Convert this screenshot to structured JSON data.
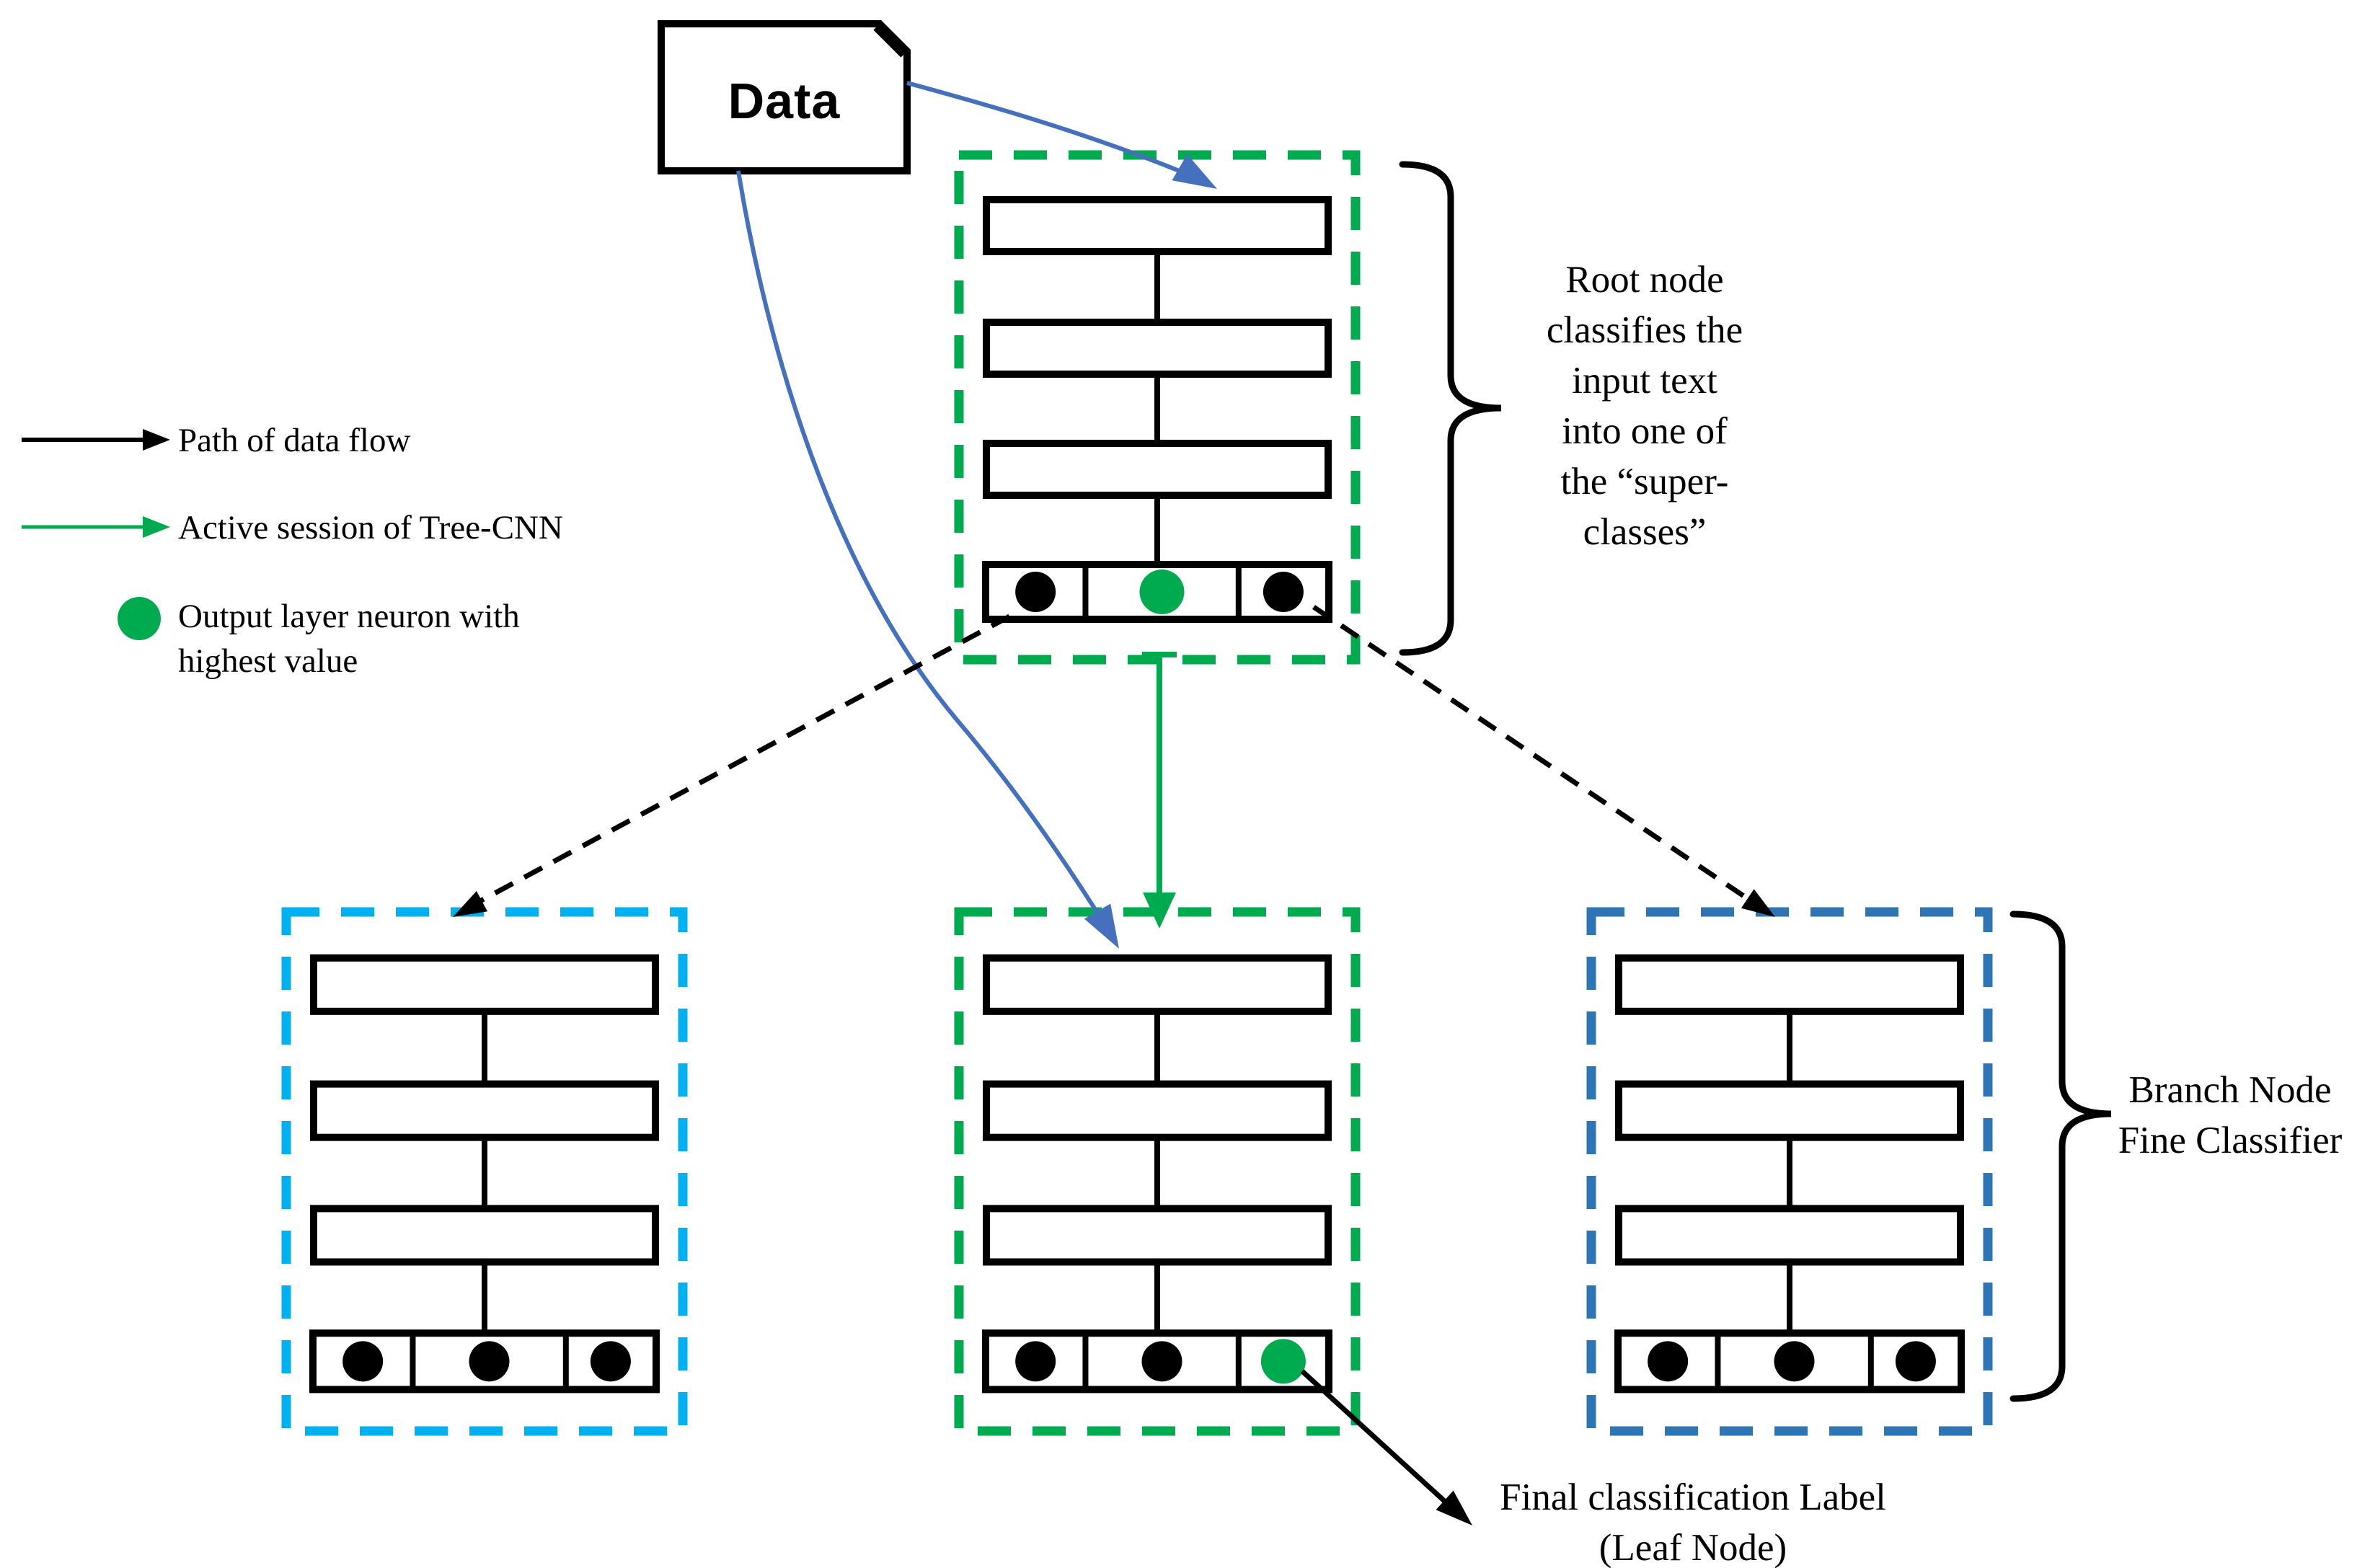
{
  "data_box": {
    "label": "Data"
  },
  "legend": {
    "items": [
      {
        "icon": "black-arrow-icon",
        "label": "Path of data flow"
      },
      {
        "icon": "green-arrow-icon",
        "label": "Active session of Tree-CNN"
      },
      {
        "icon": "green-neuron-icon",
        "label": "Output layer neuron with\nhighest value"
      }
    ]
  },
  "notes": {
    "root": "Root node\nclassifies the\ninput text\ninto one of\nthe “super-\nclasses”",
    "branch": "Branch Node\nFine Classifier",
    "leaf": "Final classification Label\n(Leaf Node)"
  },
  "colors": {
    "green": "#00AB50",
    "cyan": "#00B0F0",
    "blue": "#2E75B6",
    "flow_blue": "#4470BD",
    "black": "#000000"
  },
  "nodes": [
    {
      "id": "root-node",
      "border": "green",
      "dots": [
        "black",
        "green",
        "black"
      ]
    },
    {
      "id": "branch-node-left",
      "border": "cyan",
      "dots": [
        "black",
        "black",
        "black"
      ]
    },
    {
      "id": "branch-node-middle",
      "border": "green",
      "dots": [
        "black",
        "black",
        "green"
      ]
    },
    {
      "id": "branch-node-right",
      "border": "blue",
      "dots": [
        "black",
        "black",
        "black"
      ]
    }
  ]
}
